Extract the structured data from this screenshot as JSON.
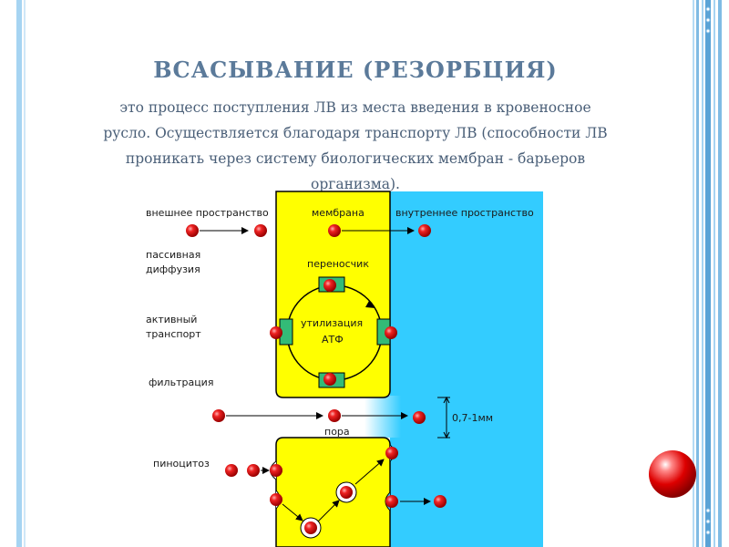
{
  "slide": {
    "title": "ВСАСЫВАНИЕ (РЕЗОРБЦИЯ)",
    "subtitle_lines": [
      "это процесс поступления ЛВ из места введения в кровеносное",
      "русло. Осуществляется благодаря транспорту ЛВ (способности ЛВ",
      "проникать через систему биологических мембран - барьеров",
      "организма)."
    ]
  },
  "diagram": {
    "labels": {
      "outer_space": "внешнее пространство",
      "membrane": "мембрана",
      "inner_space": "внутреннее пространство",
      "passive_line1": "пассивная",
      "passive_line2": "диффузия",
      "carrier": "переносчик",
      "active_line1": "активный",
      "active_line2": "транспорт",
      "utilization_line1": "утилизация",
      "utilization_line2": "АТФ",
      "filtration": "фильтрация",
      "pore": "пора",
      "pore_size": "0,7-1мм",
      "pinocytosis": "пиноцитоз"
    },
    "colors": {
      "membrane": "#ffff00",
      "inner_space": "#33ccff",
      "molecule": "#dd0000",
      "carrier": "#33bb77",
      "frame_left": "#a6d4f2",
      "frame_right": "#5aa3d6"
    }
  }
}
